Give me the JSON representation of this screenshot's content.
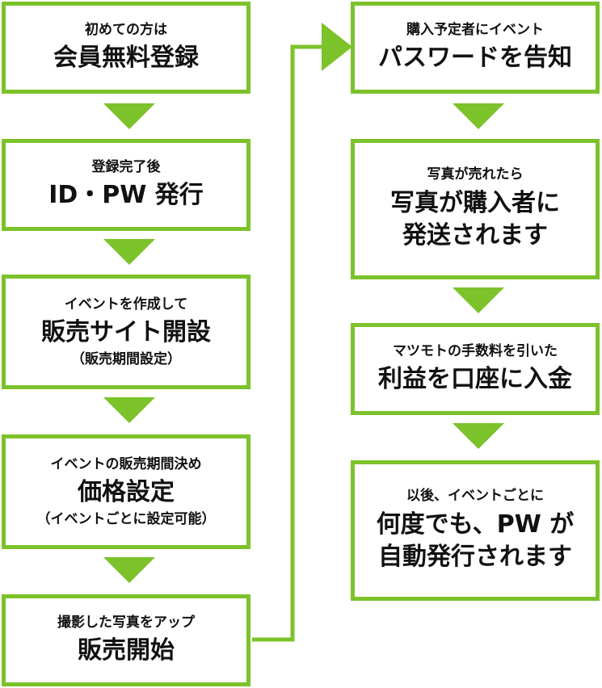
{
  "steps": [
    {
      "small": "初めての方は",
      "big": "会員無料登録"
    },
    {
      "small": "登録完了後",
      "big": "ID・PW 発行"
    },
    {
      "small": "イベントを作成して",
      "big": "販売サイト開設",
      "note": "（販売期間設定）"
    },
    {
      "small": "イベントの販売期間決め",
      "big": "価格設定",
      "note": "（イベントごとに設定可能）"
    },
    {
      "small": "撮影した写真をアップ",
      "big": "販売開始"
    },
    {
      "small": "購入予定者にイベント",
      "big": "パスワードを告知"
    },
    {
      "small": "写真が売れたら",
      "big": "写真が購入者に",
      "big2": "発送されます"
    },
    {
      "small": "マツモトの手数料を引いた",
      "big": "利益を口座に入金"
    },
    {
      "small": "以後、イベントごとに",
      "big": "何度でも、PW が",
      "big2": "自動発行されます"
    }
  ],
  "colors": {
    "accent": "#7cc22b"
  }
}
